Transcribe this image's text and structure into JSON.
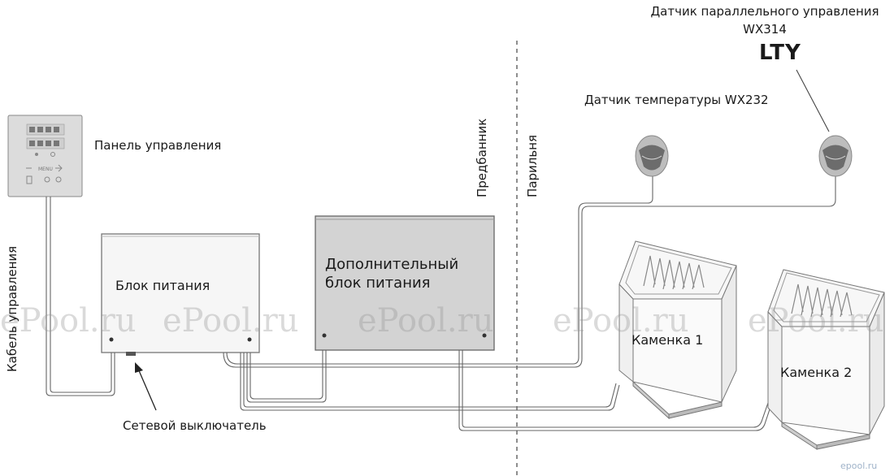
{
  "labels": {
    "control_panel": "Панель управления",
    "control_cable": "Кабель управления",
    "power_unit": "Блок питания",
    "extra_power_unit_line1": "Дополнительный",
    "extra_power_unit_line2": "блок питания",
    "network_switch": "Сетевой выключатель",
    "dressing_room": "Предбанник",
    "steam_room": "Парильня",
    "temp_sensor": "Датчик температуры WX232",
    "parallel_sensor_line1": "Датчик параллельного управления",
    "parallel_sensor_line2": "WX314",
    "brand": "LTY",
    "heater1": "Каменка 1",
    "heater2": "Каменка 2"
  },
  "panel": {
    "menu_label": "MENU"
  },
  "watermarks": {
    "text": "ePool.ru",
    "corner": "epool.ru"
  }
}
